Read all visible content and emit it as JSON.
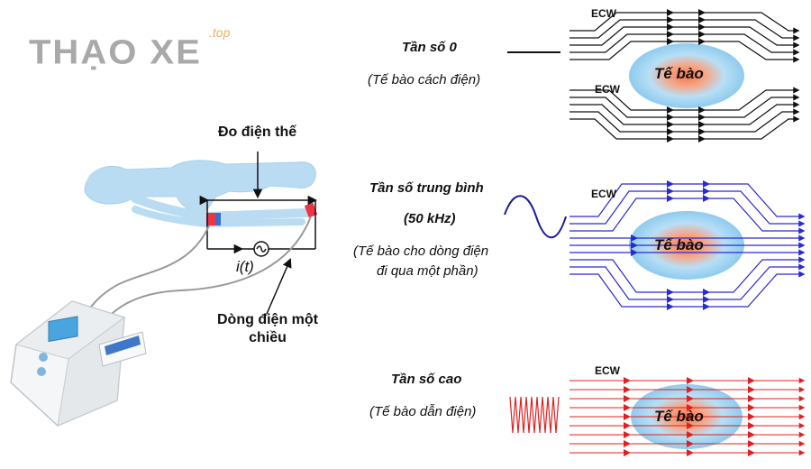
{
  "logo": {
    "main": "THẠO XE",
    "sup": ".top"
  },
  "left": {
    "voltage_label": "Đo điện thế",
    "current_symbol": "i(t)",
    "dc_label_line1": "Dòng điện một",
    "dc_label_line2": "chiều"
  },
  "rows": [
    {
      "title": "Tần số 0",
      "subtitle": "(Tế bào cách điện)",
      "ecw": "ECW",
      "cell": "Tế bào",
      "color": "#111111"
    },
    {
      "title": "Tần số trung bình",
      "title2": "(50 kHz)",
      "subtitle_line1": "(Tế bào cho dòng điện",
      "subtitle_line2": "đi qua một phần)",
      "ecw": "ECW",
      "cell": "Tế bào",
      "color": "#2a2ad0"
    },
    {
      "title": "Tần số cao",
      "subtitle": "(Tế bào dẫn điện)",
      "ecw": "ECW",
      "cell": "Tế bào",
      "color": "#e02020"
    }
  ],
  "colors": {
    "cell_outer": "#9fd4f2",
    "cell_inner": "#f07a5a",
    "body_fill": "#b7dcf2",
    "logo": "#a9a9a9"
  }
}
